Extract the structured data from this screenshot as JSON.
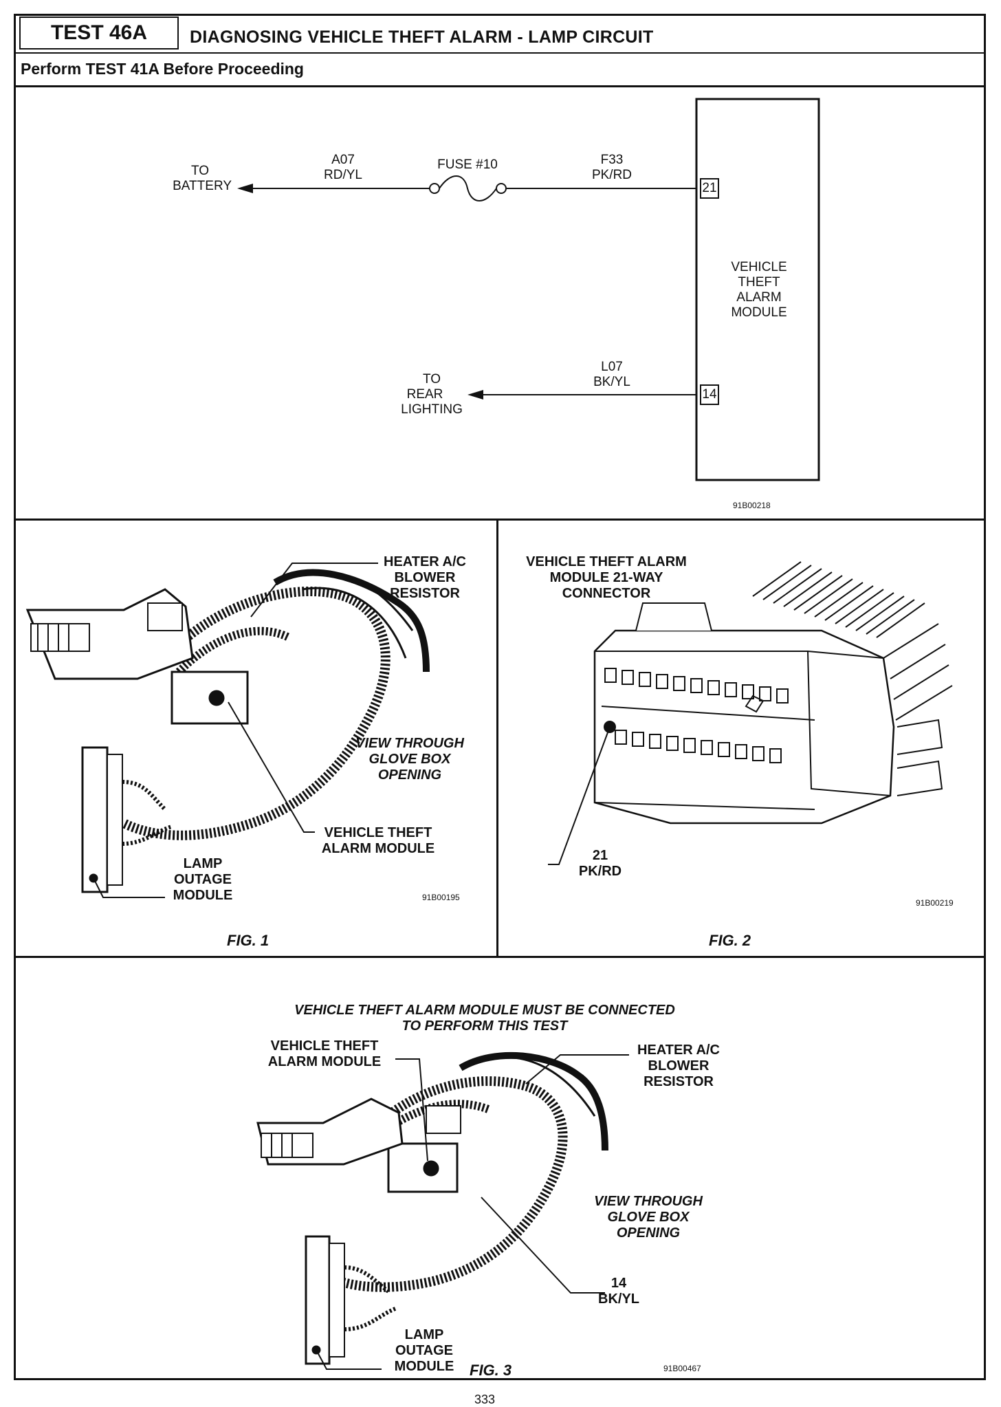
{
  "header": {
    "test_id": "TEST 46A",
    "title": "DIAGNOSING VEHICLE THEFT ALARM - LAMP CIRCUIT",
    "prerequisite": "Perform TEST 41A Before Proceeding"
  },
  "schematic": {
    "to_battery": [
      "TO",
      "BATTERY"
    ],
    "wire_a07": [
      "A07",
      "RD/YL"
    ],
    "fuse": "FUSE #10",
    "wire_f33": [
      "F33",
      "PK/RD"
    ],
    "pin_21": "21",
    "module": [
      "VEHICLE",
      "THEFT",
      "ALARM",
      "MODULE"
    ],
    "wire_l07": [
      "L07",
      "BK/YL"
    ],
    "pin_14": "14",
    "to_rear": [
      "TO",
      "REAR",
      "LIGHTING"
    ],
    "fig_number": "91B00218"
  },
  "fig1": {
    "heater": [
      "HEATER A/C",
      "BLOWER",
      "RESISTOR"
    ],
    "view": [
      "VIEW THROUGH",
      "GLOVE BOX",
      "OPENING"
    ],
    "vtam": [
      "VEHICLE THEFT",
      "ALARM MODULE"
    ],
    "lamp": [
      "LAMP",
      "OUTAGE",
      "MODULE"
    ],
    "fig_number": "91B00195",
    "caption": "FIG. 1"
  },
  "fig2": {
    "connector": [
      "VEHICLE THEFT ALARM",
      "MODULE 21-WAY",
      "CONNECTOR"
    ],
    "pin": [
      "21",
      "PK/RD"
    ],
    "fig_number": "91B00219",
    "caption": "FIG. 2"
  },
  "fig3": {
    "note": [
      "VEHICLE THEFT ALARM MODULE MUST BE CONNECTED",
      "TO PERFORM THIS TEST"
    ],
    "vtam": [
      "VEHICLE THEFT",
      "ALARM MODULE"
    ],
    "heater": [
      "HEATER A/C",
      "BLOWER",
      "RESISTOR"
    ],
    "view": [
      "VIEW THROUGH",
      "GLOVE BOX",
      "OPENING"
    ],
    "pin": [
      "14",
      "BK/YL"
    ],
    "lamp": [
      "LAMP",
      "OUTAGE",
      "MODULE"
    ],
    "fig_number": "91B00467",
    "caption": "FIG. 3"
  },
  "page_number": "333"
}
